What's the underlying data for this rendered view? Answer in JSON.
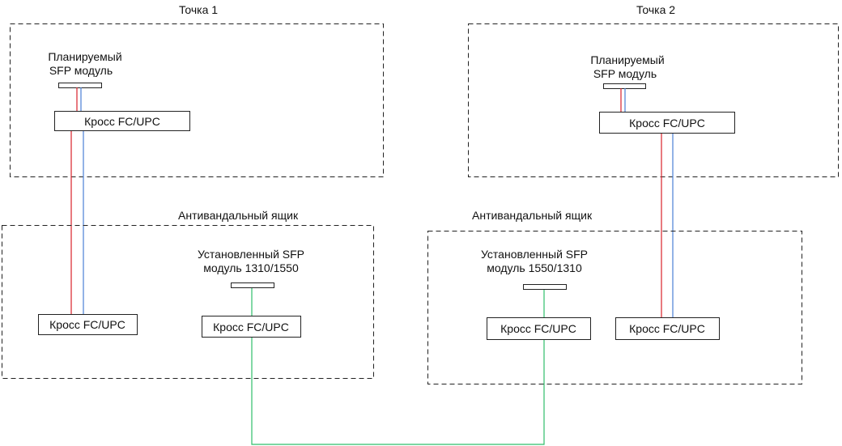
{
  "point1": {
    "title": "Точка 1",
    "planned_sfp": [
      "Планируемый",
      "SFP модуль"
    ],
    "cross": "Кросс FC/UPC"
  },
  "point2": {
    "title": "Точка 2",
    "planned_sfp": [
      "Планируемый",
      "SFP модуль"
    ],
    "cross": "Кросс FC/UPC"
  },
  "box1": {
    "title": "Антивандальный ящик",
    "installed_sfp": [
      "Установленный SFP",
      "модуль 1310/1550"
    ],
    "cross_left": "Кросс FC/UPC",
    "cross_sfp": "Кросс FC/UPC"
  },
  "box2": {
    "title": "Антивандальный ящик",
    "installed_sfp": [
      "Установленный SFP",
      "модуль 1550/1310"
    ],
    "cross_sfp": "Кросс FC/UPC",
    "cross_right": "Кросс FC/UPC"
  },
  "colors": {
    "fiber_tx": "#d8212a",
    "fiber_rx": "#4a7fd6",
    "link": "#2fbf6a"
  }
}
